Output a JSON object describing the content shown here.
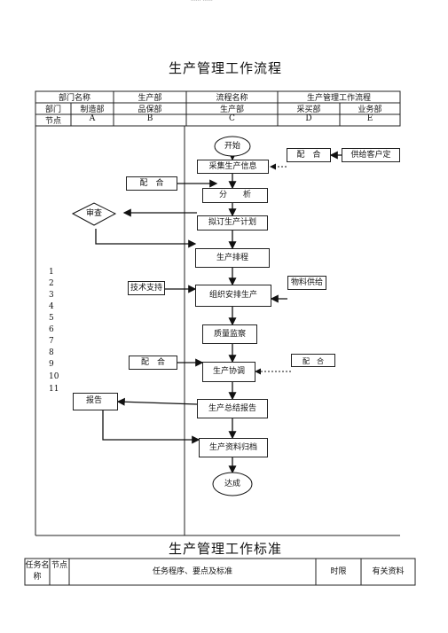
{
  "top_text": "······ ······",
  "title": "生产管理工作流程",
  "table": {
    "row1": [
      "部门名称",
      "生产部",
      "流程名称",
      "生产管理工作流程"
    ],
    "row2": [
      "部门",
      "制造部",
      "品保部",
      "生产部",
      "采买部",
      "业务部"
    ],
    "row3": [
      "节点",
      "A",
      "B",
      "C",
      "D",
      "E"
    ]
  },
  "row_numbers": [
    "1",
    "2",
    "3",
    "4",
    "5",
    "6",
    "7",
    "8",
    "9",
    "10",
    "11"
  ],
  "flow": {
    "start": "开始",
    "collect": "采集生产信息",
    "supply_customer": "供给客户定",
    "cooperate": "配　合",
    "cooperate_left": "配　合",
    "analyze": "分　　析",
    "review": "审查",
    "plan": "拟订生产计划",
    "schedule": "生产排程",
    "tech_support": "技术支持",
    "material_supply": "物料供给",
    "organize": "组织安排生产",
    "quality": "质量监察",
    "cooperate_bottom_left": "配　合",
    "cooperate_bottom_right": "配　合",
    "coordinate": "生产协调",
    "report": "报告",
    "summary": "生产总结报告",
    "archive": "生产资料归档",
    "end": "达成"
  },
  "standards_title": "生产管理工作标准",
  "standards_table": {
    "task_name": "任务名称",
    "node": "节点",
    "procedure": "任务程序、要点及标准",
    "time_limit": "时限",
    "related": "有关资料"
  }
}
